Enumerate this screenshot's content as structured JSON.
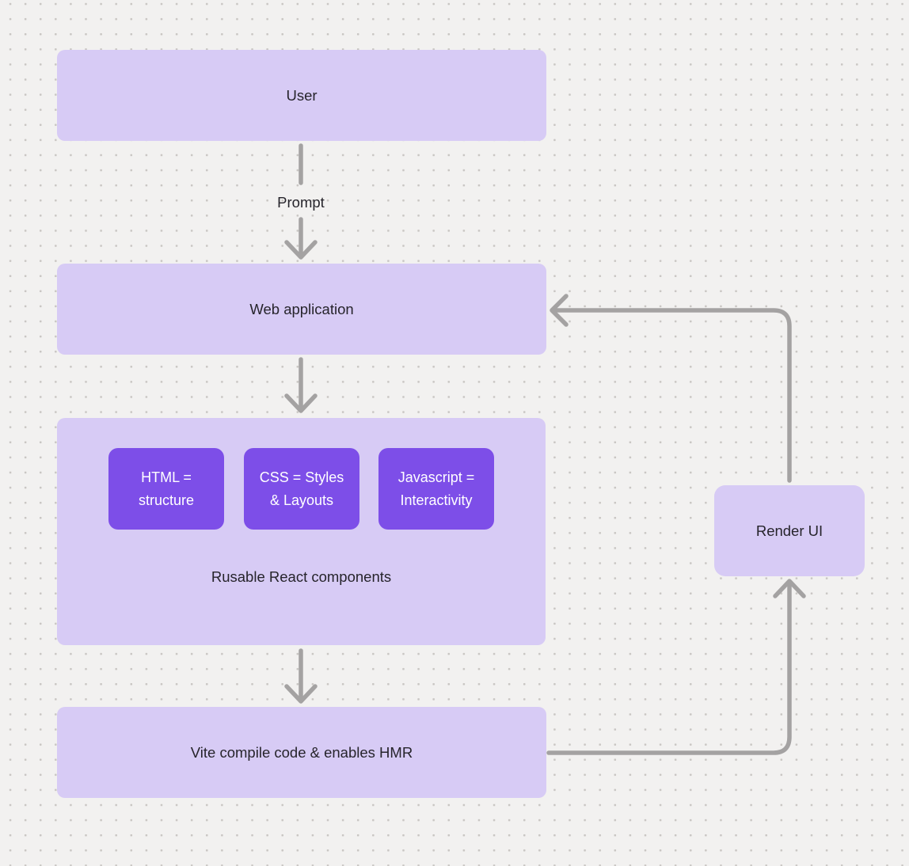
{
  "colors": {
    "background": "#f2f1f0",
    "grid_dot": "#c9c6c3",
    "node_fill": "#d7cbf5",
    "chip_fill": "#7d4ee8",
    "chip_text": "#ffffff",
    "arrow": "#a4a2a2",
    "text": "#26242b"
  },
  "diagram": {
    "nodes": {
      "user": {
        "label": "User"
      },
      "web_application": {
        "label": "Web application"
      },
      "components_group": {
        "caption": "Rusable React components",
        "chips": [
          {
            "label": "HTML = structure"
          },
          {
            "label": "CSS = Styles & Layouts"
          },
          {
            "label": "Javascript = Interactivity"
          }
        ]
      },
      "vite": {
        "label": "Vite compile code & enables HMR"
      },
      "render_ui": {
        "label": "Render UI"
      }
    },
    "edges": [
      {
        "id": "user-to-web-application",
        "label": "Prompt"
      },
      {
        "id": "web-application-to-components",
        "label": ""
      },
      {
        "id": "components-to-vite",
        "label": ""
      },
      {
        "id": "vite-to-render-ui",
        "label": ""
      },
      {
        "id": "render-ui-to-web-application",
        "label": ""
      }
    ]
  }
}
